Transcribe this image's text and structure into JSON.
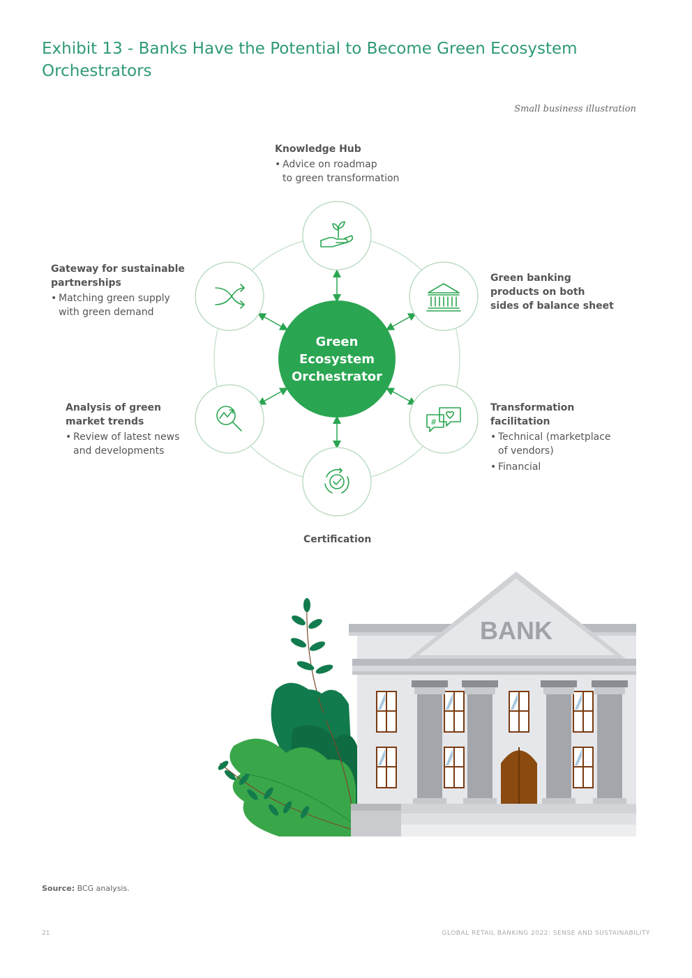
{
  "exhibit": {
    "title": "Exhibit 13 - Banks Have the Potential to Become Green Ecosystem Orchestrators",
    "subtitle": "Small business illustration"
  },
  "diagram": {
    "center_label": "Green\nEcosystem\nOrchestrator",
    "colors": {
      "primary": "#2aa551",
      "ring": "#c9e3cf",
      "icon": "#2aa551"
    },
    "nodes": {
      "knowledge_hub": {
        "title": "Knowledge Hub",
        "bullets": [
          "Advice on roadmap\nto green transformation"
        ],
        "icon": "plant-in-hand-icon"
      },
      "green_banking": {
        "title": "Green banking\nproducts on both\nsides of balance sheet",
        "icon": "bank-building-icon"
      },
      "transformation": {
        "title": "Transformation\nfacilitation",
        "bullets": [
          "Technical (marketplace\nof vendors)",
          "Financial"
        ],
        "icon": "chat-bubbles-icon"
      },
      "certification": {
        "title": "Certification",
        "icon": "certification-cycle-icon"
      },
      "analysis": {
        "title": "Analysis of green\nmarket trends",
        "bullets": [
          "Review of latest news\nand developments"
        ],
        "icon": "magnifier-trend-icon"
      },
      "gateway": {
        "title": "Gateway for sustainable\npartnerships",
        "bullets": [
          "Matching green supply\nwith green demand"
        ],
        "icon": "shuffle-arrows-icon"
      }
    }
  },
  "illustration": {
    "bank_sign": "BANK"
  },
  "source": {
    "label": "Source:",
    "text": " BCG analysis."
  },
  "footer": {
    "page_number": "21",
    "publication": "GLOBAL RETAIL BANKING 2022: SENSE AND SUSTAINABILITY"
  }
}
